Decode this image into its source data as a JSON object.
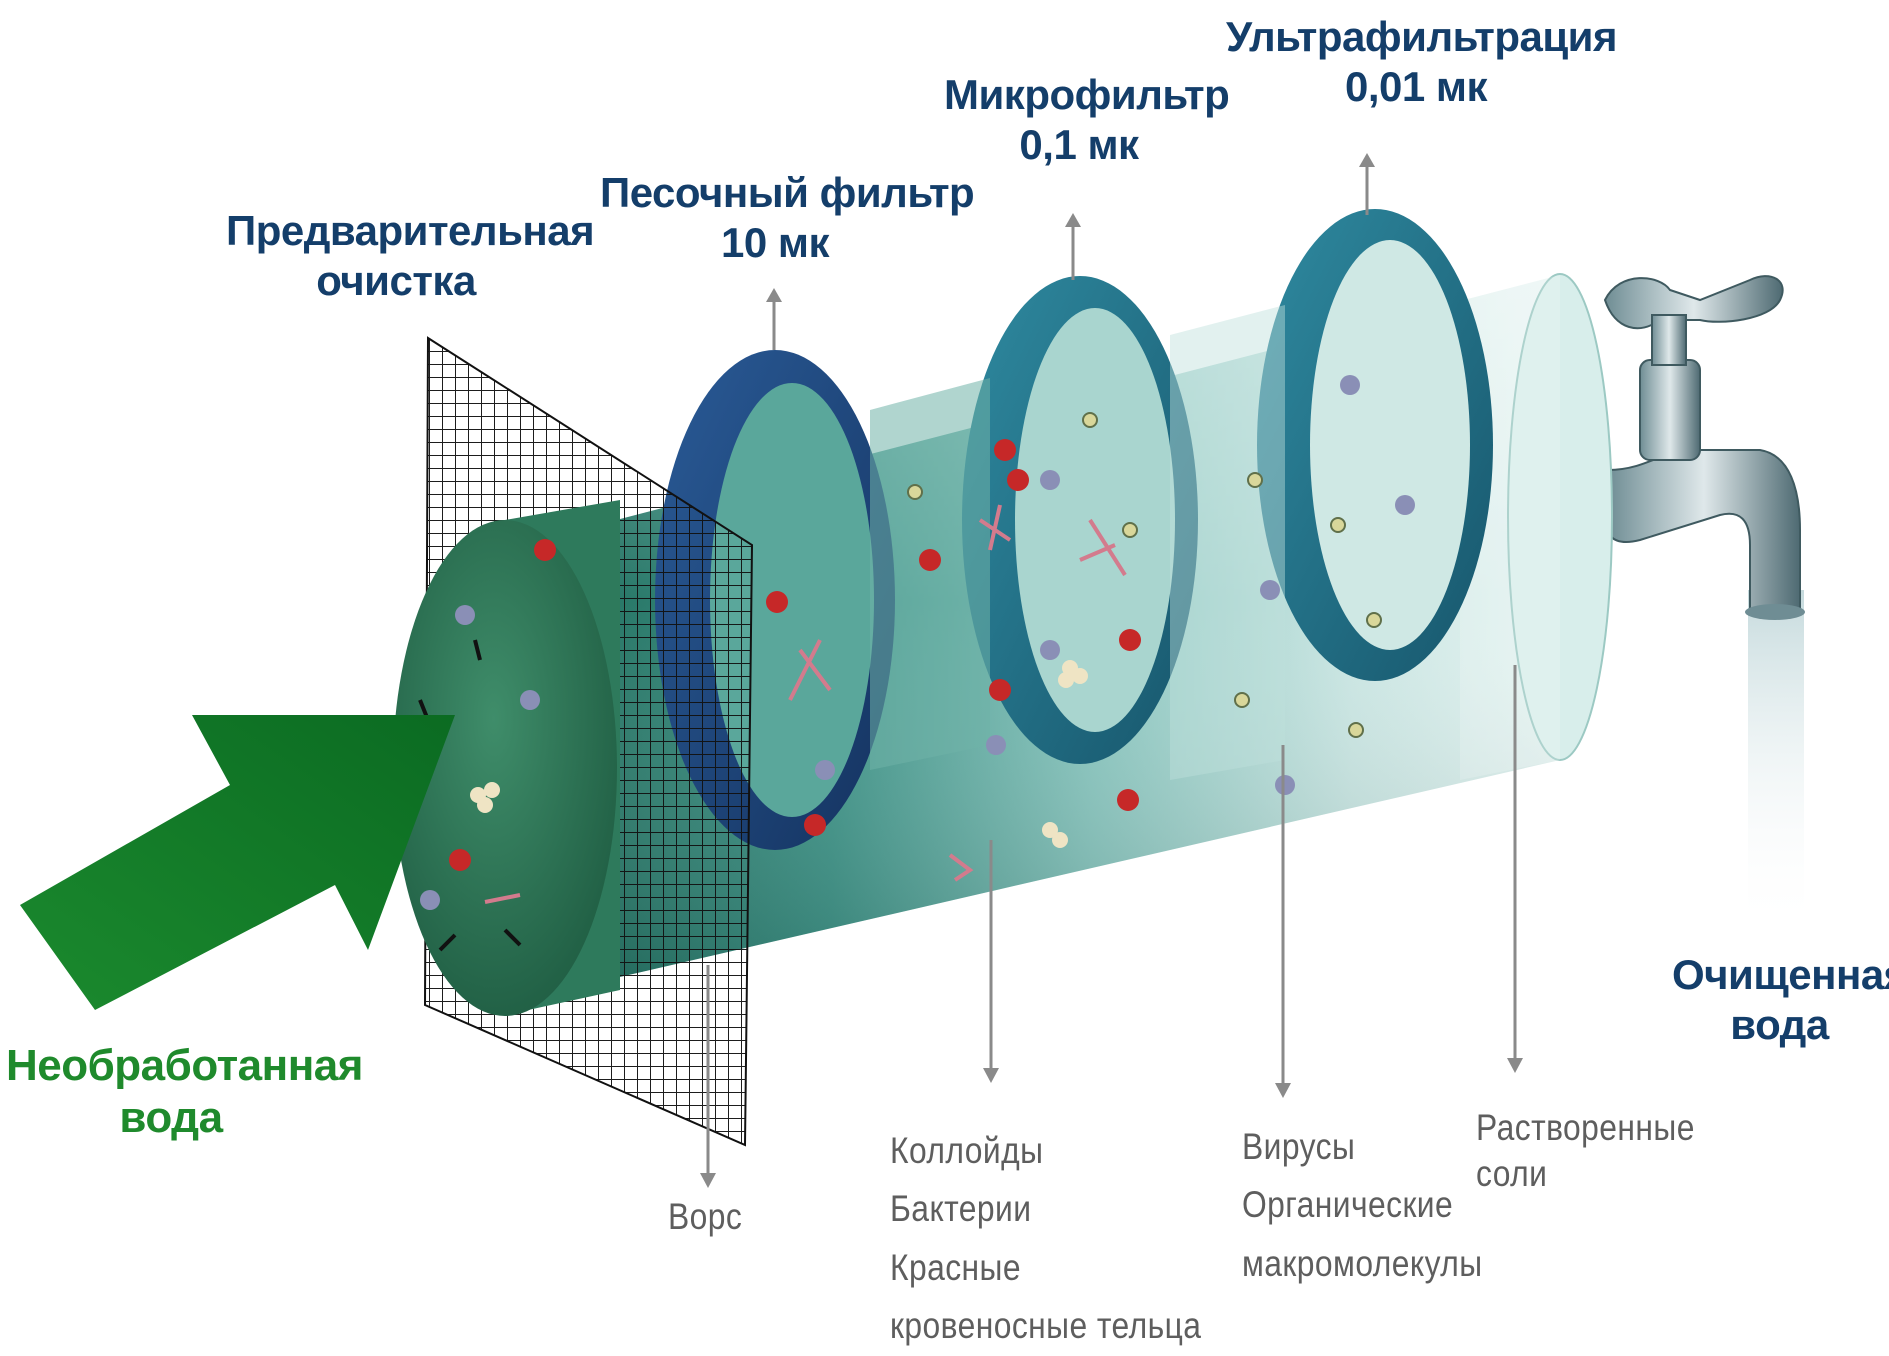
{
  "stages": {
    "prefilter": {
      "line1": "Предварительная",
      "line2": "очистка"
    },
    "sand": {
      "line1": "Песочный фильтр",
      "line2": "10 мк"
    },
    "micro": {
      "line1": "Микрофильтр",
      "line2": "0,1 мк"
    },
    "ultra": {
      "line1": "Ультрафильтрация",
      "line2": "0,01 мк"
    }
  },
  "input": {
    "line1": "Необработанная",
    "line2": "вода"
  },
  "output": {
    "line1": "Очищенная",
    "line2": "вода"
  },
  "removed": {
    "lint": {
      "line1": "Ворс"
    },
    "colloids": {
      "line1": "Коллойды",
      "line2": "Бактерии",
      "line3": "Красные",
      "line4": "кровеносные тельца"
    },
    "viruses": {
      "line1": "Вирусы",
      "line2": "Органические",
      "line3": "макромолекулы"
    },
    "salts": {
      "line1": "Растворенные",
      "line2": "соли"
    }
  },
  "colors": {
    "title_blue": "#143e6a",
    "input_green": "#1f8a2c",
    "note_gray": "#5e5e5e",
    "pipe_dark": "#1f6b5a",
    "pipe_light": "#e4f3f1",
    "ring_dark": "#1b3e72",
    "ring_teal": "#1f6e86"
  }
}
